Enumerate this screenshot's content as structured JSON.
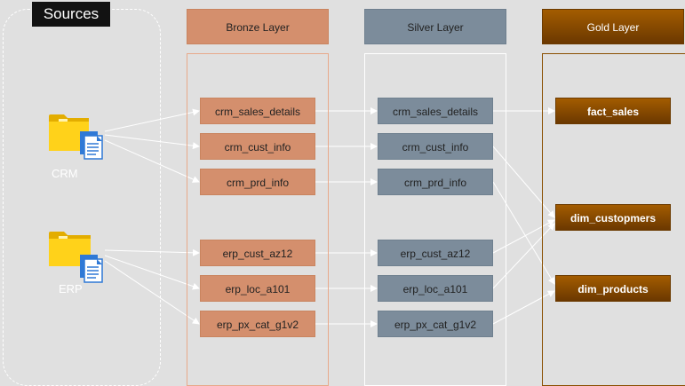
{
  "sources": {
    "title": "Sources",
    "crm_label": "CRM",
    "erp_label": "ERP"
  },
  "layers": {
    "bronze": {
      "title": "Bronze Layer",
      "nodes": [
        "crm_sales_details",
        "crm_cust_info",
        "crm_prd_info",
        "erp_cust_az12",
        "erp_loc_a101",
        "erp_px_cat_g1v2"
      ]
    },
    "silver": {
      "title": "Silver Layer",
      "nodes": [
        "crm_sales_details",
        "crm_cust_info",
        "crm_prd_info",
        "erp_cust_az12",
        "erp_loc_a101",
        "erp_px_cat_g1v2"
      ]
    },
    "gold": {
      "title": "Gold Layer",
      "nodes": [
        "fact_sales",
        "dim_custopmers",
        "dim_products"
      ]
    }
  },
  "colors": {
    "bronze": "#d48f6d",
    "silver": "#7c8c9b",
    "gold": "#8a4f00",
    "folder": "#f5c400",
    "connector": "#ffffff"
  },
  "icons": {
    "source_folder": "folder-document-icon"
  }
}
